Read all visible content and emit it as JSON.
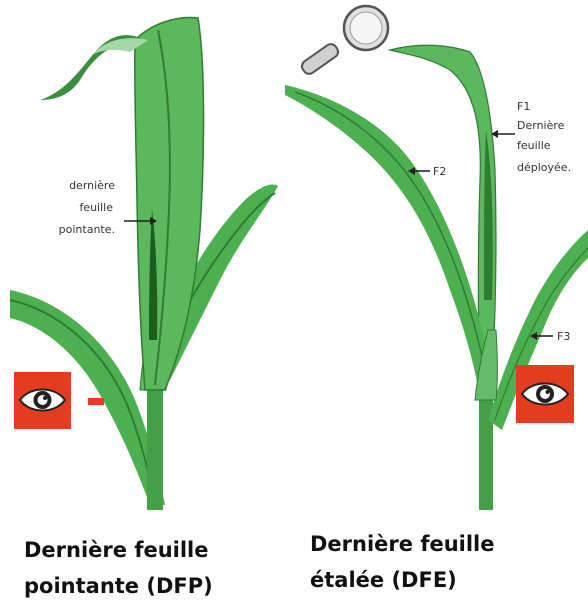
{
  "left_panel": {
    "label_lines": [
      "dernière",
      "feuille",
      "pointante."
    ],
    "caption_lines": [
      "Dernière feuille",
      "pointante (DFP)"
    ]
  },
  "right_panel": {
    "f1_lines": [
      "F1",
      "Dernière",
      "feuille",
      "déployée."
    ],
    "f2": "F2",
    "f3": "F3",
    "caption_lines": [
      "Dernière feuille",
      "étalée (DFE)"
    ]
  },
  "colors": {
    "leaf_main": "#4caf50",
    "leaf_dark": "#2e7d32",
    "leaf_light": "#7dc87a",
    "eye_box": "#e53b1e"
  },
  "icons": [
    "eye-icon",
    "magnifier-icon",
    "arrow-icon"
  ]
}
